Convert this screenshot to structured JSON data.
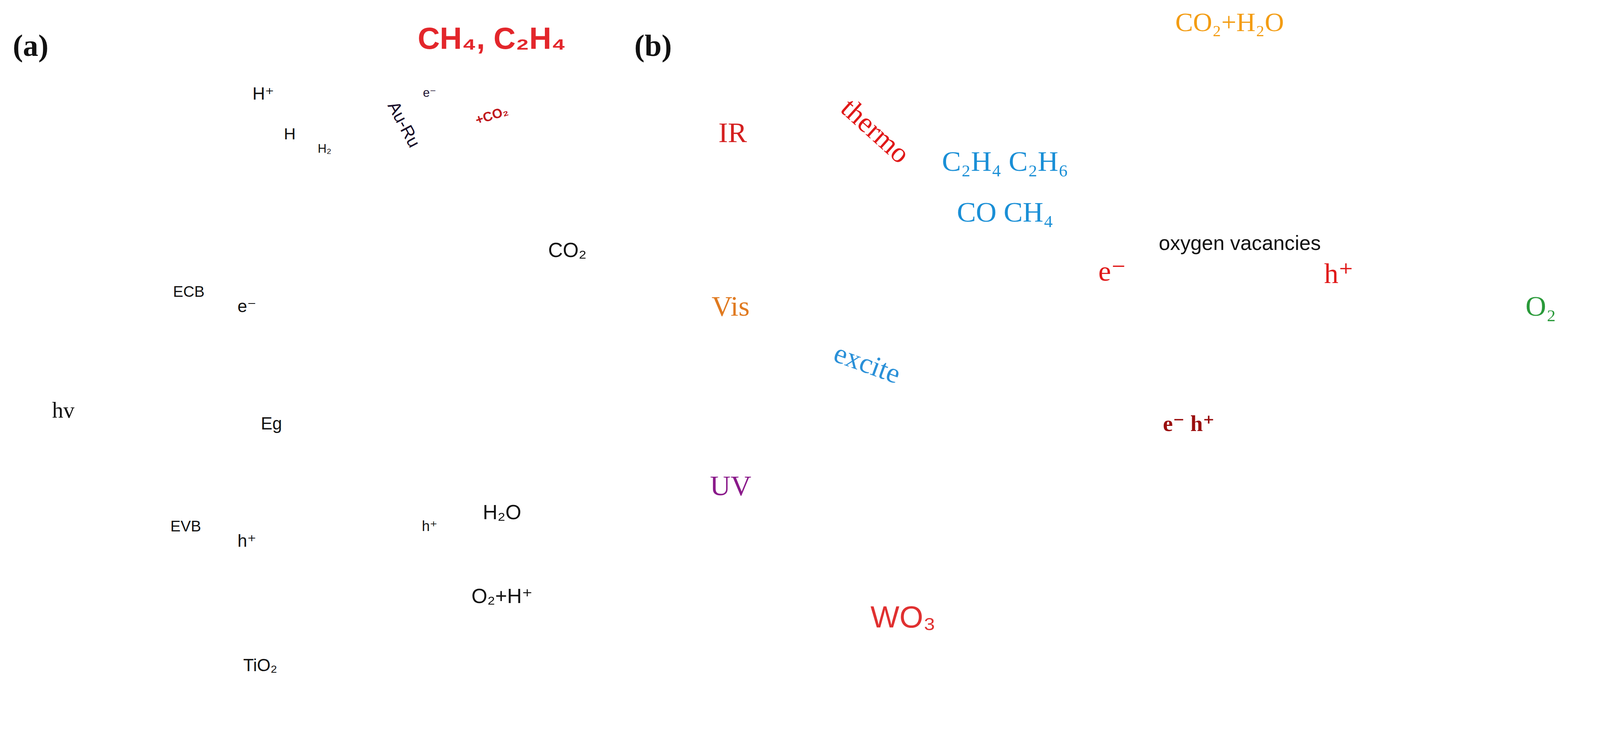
{
  "diagram": {
    "nodes": [
      {
        "text": [
          "TiO₂"
        ]
      },
      {
        "text": [
          "e⁻"
        ],
        "in": 0
      },
      {
        "text": [
          "h⁺"
        ],
        "in": 0
      },
      {
        "text": [
          "e⁻",
          "Au-Ru"
        ]
      },
      {
        "text": [
          "e⁻ h⁺"
        ]
      }
    ],
    "edges": [
      {
        "from": 2,
        "to": 1,
        "arrow": "to",
        "label": "Eg"
      },
      {
        "from": 1,
        "to": 3,
        "arrow": "to"
      }
    ],
    "labels": [
      "(a)",
      "H⁺",
      "H",
      "H₂",
      "CH₄, C₂H₄",
      "+CO₂",
      "ECB",
      "hv",
      "CO₂",
      "EVB",
      "h⁺",
      "H₂O",
      "O₂+H⁺",
      "(b)",
      "CO₂+H₂O",
      "IR",
      "thermo",
      "C₂H₄ C₂H₆",
      "CO CH₄",
      "e⁻",
      "oxygen vacancies",
      "h⁺",
      "O₂",
      "Vis",
      "excite",
      "UV",
      "WO₃"
    ]
  }
}
